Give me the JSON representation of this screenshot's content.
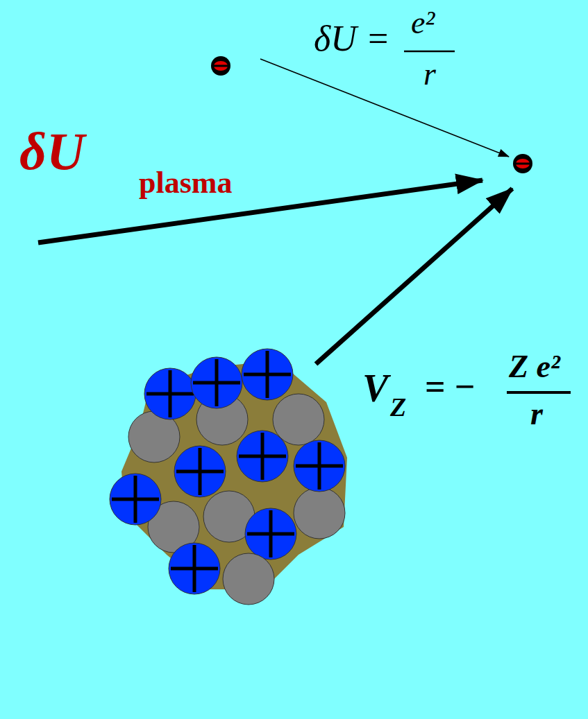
{
  "diagram": {
    "labels": [
      "δU =",
      "e²",
      "r",
      "δU",
      "plasma",
      "V",
      "Z",
      "= −",
      "Z e²",
      "r"
    ]
  }
}
